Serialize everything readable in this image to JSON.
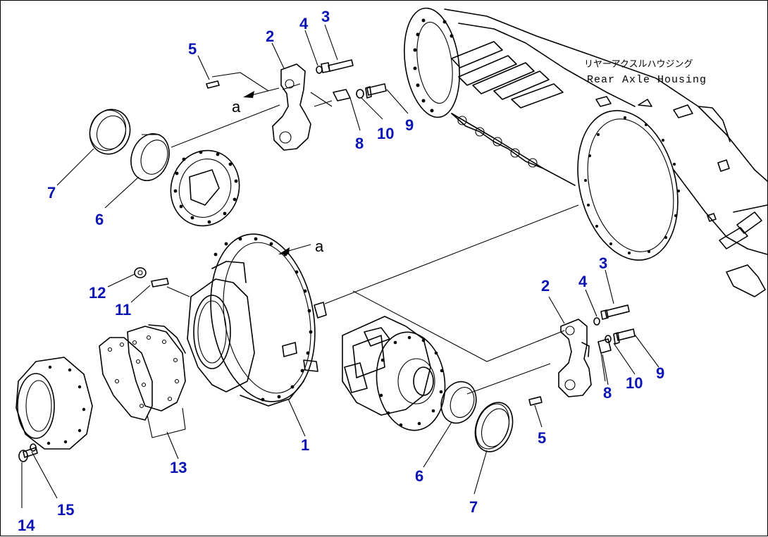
{
  "housing_label_jp": "リヤーアクスルハウジング",
  "housing_label_en": "Rear Axle Housing",
  "view_marker": "a",
  "callouts": [
    {
      "id": "c-1",
      "text": "1"
    },
    {
      "id": "c-2-top",
      "text": "2"
    },
    {
      "id": "c-2-right",
      "text": "2"
    },
    {
      "id": "c-3-top",
      "text": "3"
    },
    {
      "id": "c-3-right",
      "text": "3"
    },
    {
      "id": "c-4-top",
      "text": "4"
    },
    {
      "id": "c-4-right",
      "text": "4"
    },
    {
      "id": "c-5-top",
      "text": "5"
    },
    {
      "id": "c-5-right",
      "text": "5"
    },
    {
      "id": "c-6-top",
      "text": "6"
    },
    {
      "id": "c-6-bottom",
      "text": "6"
    },
    {
      "id": "c-7-top",
      "text": "7"
    },
    {
      "id": "c-7-bottom",
      "text": "7"
    },
    {
      "id": "c-8-top",
      "text": "8"
    },
    {
      "id": "c-8-right",
      "text": "8"
    },
    {
      "id": "c-9-top",
      "text": "9"
    },
    {
      "id": "c-9-right",
      "text": "9"
    },
    {
      "id": "c-10-top",
      "text": "10"
    },
    {
      "id": "c-10-right",
      "text": "10"
    },
    {
      "id": "c-11",
      "text": "11"
    },
    {
      "id": "c-12",
      "text": "12"
    },
    {
      "id": "c-13",
      "text": "13"
    },
    {
      "id": "c-14",
      "text": "14"
    },
    {
      "id": "c-15",
      "text": "15"
    }
  ]
}
